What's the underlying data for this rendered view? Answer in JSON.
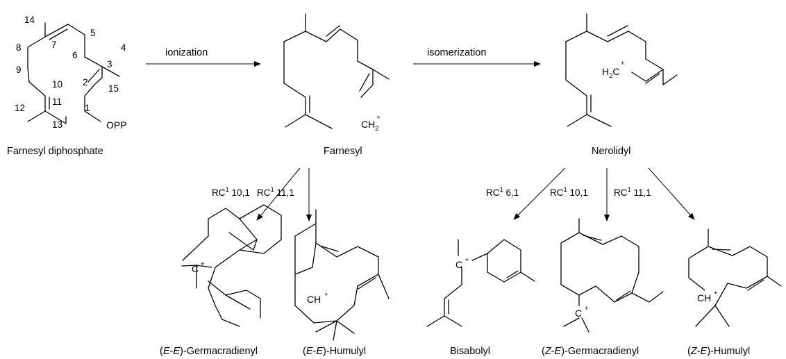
{
  "compounds": {
    "fpp": {
      "name": "Farnesyl diphosphate",
      "opp": "OPP"
    },
    "farnesyl": {
      "name": "Farnesyl"
    },
    "nerolidyl": {
      "name": "Nerolidyl"
    },
    "ee_germ": {
      "name_pre": "(",
      "name_iso1": "E",
      "name_dash": "-",
      "name_iso2": "E",
      "name_post": ")-Germacradienyl"
    },
    "ee_hum": {
      "name_pre": "(",
      "name_iso1": "E",
      "name_dash": "-",
      "name_iso2": "E",
      "name_post": ")-Humulyl"
    },
    "bisabolyl": {
      "name": "Bisabolyl"
    },
    "ze_germ": {
      "name_pre": "(",
      "name_iso1": "Z",
      "name_dash": "-",
      "name_iso2": "E",
      "name_post": ")-Germacradienyl"
    },
    "ze_hum": {
      "name_pre": "(",
      "name_iso1": "Z",
      "name_dash": "-",
      "name_iso2": "E",
      "name_post": ")-Humulyl"
    }
  },
  "atoms": {
    "ch": "CH",
    "ch2": "CH",
    "h2c_h": "H",
    "h2c_c": "C",
    "c": "C",
    "plus": "+",
    "sub2": "2"
  },
  "carbon_numbers": [
    "1",
    "2",
    "3",
    "4",
    "5",
    "6",
    "7",
    "8",
    "9",
    "10",
    "11",
    "12",
    "13",
    "14",
    "15"
  ],
  "arrows": {
    "ionization": "ionization",
    "isomerization": "isomerization",
    "rc_prefix": "RC",
    "rc_sup": "1",
    "rc_10_1": " 10,1",
    "rc_11_1": " 11,1",
    "rc_6_1": " 6,1"
  }
}
